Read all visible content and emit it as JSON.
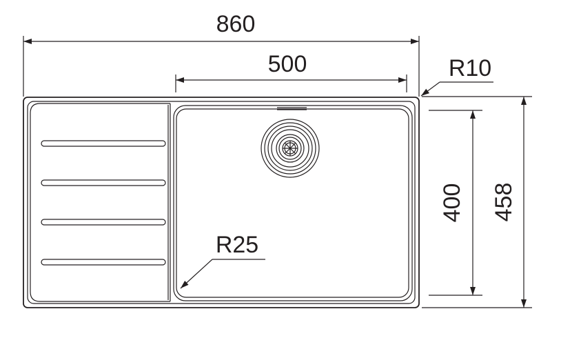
{
  "dimensions": {
    "overall_width": "860",
    "bowl_width": "500",
    "corner_radius_outer": "R10",
    "bowl_height": "400",
    "overall_height": "458",
    "bowl_corner_radius": "R25"
  },
  "colors": {
    "line": "#231f20",
    "background": "#ffffff"
  }
}
